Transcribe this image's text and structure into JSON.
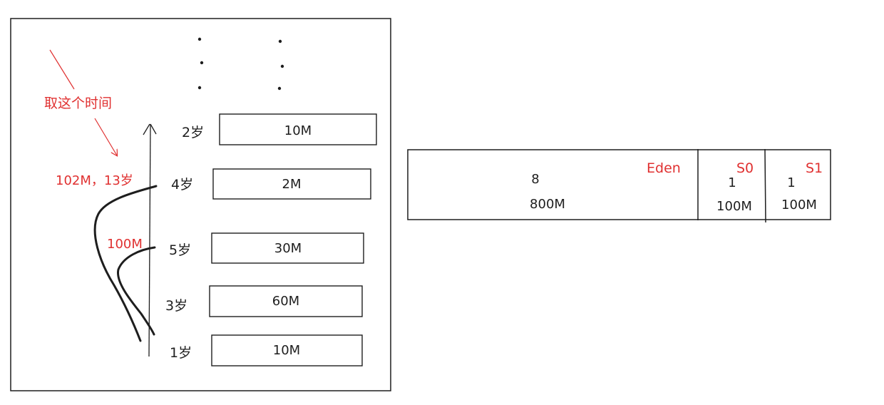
{
  "left_panel": {
    "note": "取这个时间",
    "age_label_top": "102M，13岁",
    "age_label_mid": "100M",
    "objects": [
      {
        "age": "2岁",
        "size": "10M"
      },
      {
        "age": "4岁",
        "size": "2M"
      },
      {
        "age": "5岁",
        "size": "30M"
      },
      {
        "age": "3岁",
        "size": "60M"
      },
      {
        "age": "1岁",
        "size": "10M"
      }
    ]
  },
  "right_panel": {
    "eden": {
      "label": "Eden",
      "ratio": "8",
      "size": "800M"
    },
    "s0": {
      "label": "S0",
      "ratio": "1",
      "size": "100M"
    },
    "s1": {
      "label": "S1",
      "ratio": "1",
      "size": "100M"
    }
  },
  "colors": {
    "ink": "#1e1e1e",
    "annotation": "#e03131"
  }
}
